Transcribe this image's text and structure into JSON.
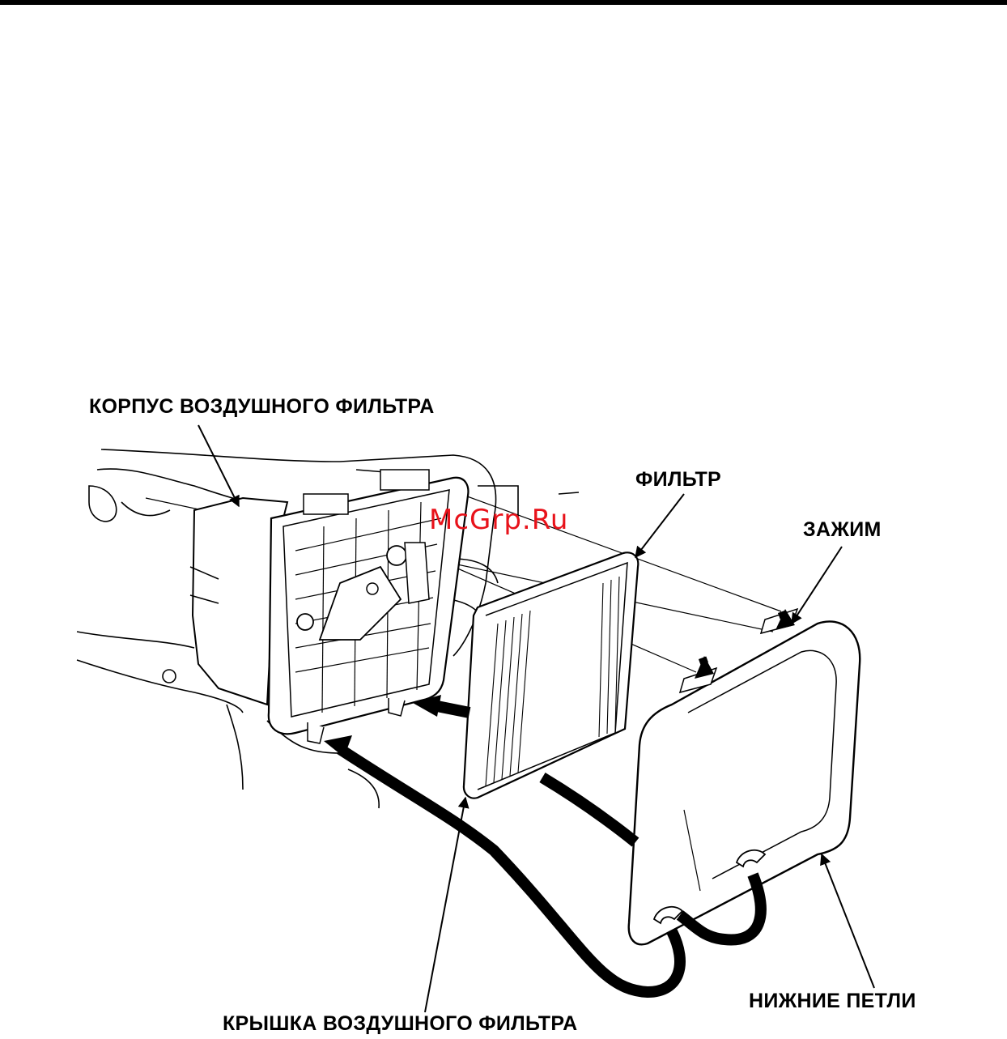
{
  "labels": {
    "housing": "КОРПУС ВОЗДУШНОГО ФИЛЬТРА",
    "filter": "ФИЛЬТР",
    "clip": "ЗАЖИМ",
    "lower_tabs": "НИЖНИЕ ПЕТЛИ",
    "cover": "КРЫШКА ВОЗДУШНОГО ФИЛЬТРА"
  },
  "watermark": "McGrp.Ru",
  "colors": {
    "ink": "#000000",
    "paper": "#ffffff",
    "watermark": "#e8121a"
  }
}
